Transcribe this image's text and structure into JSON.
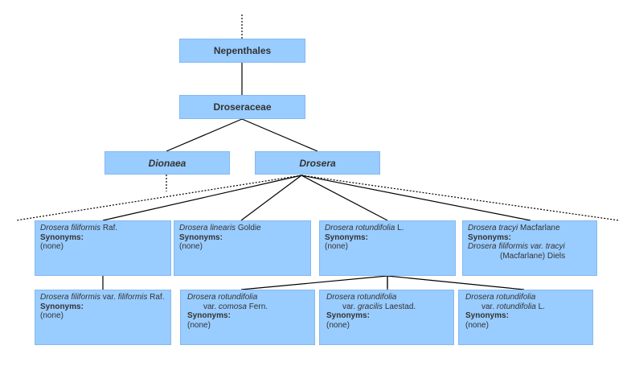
{
  "nodes": {
    "order": "Nepenthales",
    "family": "Droseraceae",
    "genus_dionaea": "Dionaea",
    "genus_drosera": "Drosera"
  },
  "synonyms_label": "Synonyms:",
  "none": "(none)",
  "species": {
    "filiformis": {
      "genus": "Drosera",
      "epithet": "filiformis",
      "author": "Raf."
    },
    "linearis": {
      "genus": "Drosera",
      "epithet": "linearis",
      "author": "Goldie"
    },
    "rotundifolia": {
      "genus": "Drosera",
      "epithet": "rotundifolia",
      "author": "L."
    },
    "tracyi": {
      "genus": "Drosera",
      "epithet": "tracyi",
      "author": "Macfarlane",
      "synonym_name": "Drosera filiformis var. tracyi",
      "synonym_author": "(Macfarlane) Diels"
    }
  },
  "varieties": {
    "fil_fil": {
      "species": "Drosera filiformis",
      "var": "var.",
      "epithet": "filiformis",
      "author": "Raf."
    },
    "rot_comosa": {
      "species": "Drosera rotundifolia",
      "var": "var.",
      "epithet": "comosa",
      "author": "Fern."
    },
    "rot_gracilis": {
      "species": "Drosera rotundifolia",
      "var": "var.",
      "epithet": "gracilis",
      "author": "Laestad."
    },
    "rot_rot": {
      "species": "Drosera rotundifolia",
      "var": "var.",
      "epithet": "rotundifolia",
      "author": "L."
    }
  },
  "colors": {
    "box": "#99ccff",
    "line": "#000000"
  }
}
